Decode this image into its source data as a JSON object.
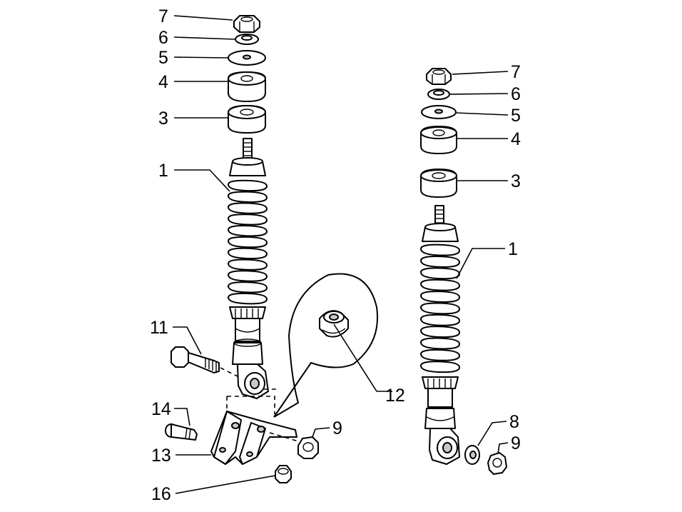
{
  "labels_left": {
    "p7": "7",
    "p6": "6",
    "p5": "5",
    "p4": "4",
    "p3": "3",
    "p1": "1",
    "p11": "11",
    "p14": "14",
    "p13": "13",
    "p16": "16",
    "p12": "12",
    "p9": "9"
  },
  "labels_right": {
    "p7": "7",
    "p6": "6",
    "p5": "5",
    "p4": "4",
    "p3": "3",
    "p1": "1",
    "p8": "8",
    "p9": "9"
  }
}
